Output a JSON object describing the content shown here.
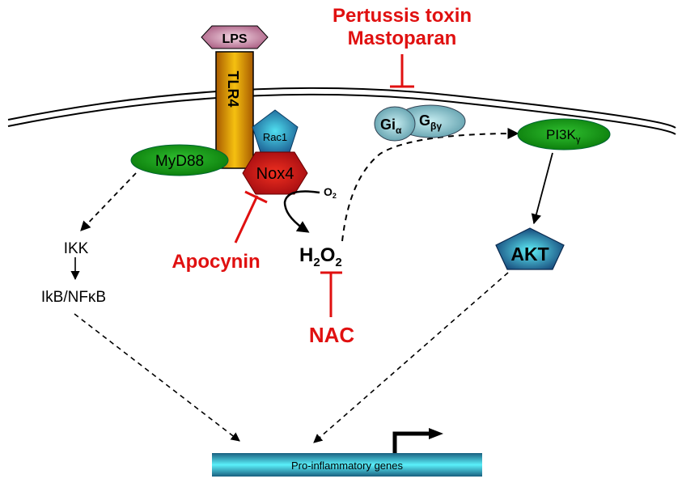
{
  "diagram": {
    "inhibitors": {
      "pertussis_line1": "Pertussis toxin",
      "pertussis_line2": "Mastoparan",
      "apocynin": "Apocynin",
      "nac": "NAC"
    },
    "nodes": {
      "lps": "LPS",
      "tlr4": "TLR4",
      "myd88": "MyD88",
      "rac1": "Rac1",
      "nox4": "Nox4",
      "o2": {
        "base": "O",
        "sub": "2"
      },
      "h2o2": {
        "h": "H",
        "sub1": "2",
        "o": "O",
        "sub2": "2"
      },
      "gi_alpha": {
        "base": "Gi",
        "sub": "α"
      },
      "g_beta_gamma": {
        "base": "G",
        "sub": "βγ"
      },
      "pi3k_gamma": {
        "base": "PI3K",
        "sub": "γ"
      },
      "akt": "AKT",
      "ikk": "IKK",
      "ikb_nfkb": "IkB/NFκB",
      "genes": "Pro-inflammatory genes"
    },
    "colors": {
      "inhibitor_red": "#e01010",
      "myd88_green": "#1a9a1a",
      "pi3k_green": "#1a9a1a",
      "tlr4_orange": "#d98a00",
      "lps_pink": "#c07090",
      "nox4_red": "#d42020",
      "rac1_blue": "#3aa8d0",
      "akt_blue": "#2a7aa0",
      "g_protein_teal": "#7fb8c0",
      "genes_cyan": "#40d8e8"
    }
  }
}
